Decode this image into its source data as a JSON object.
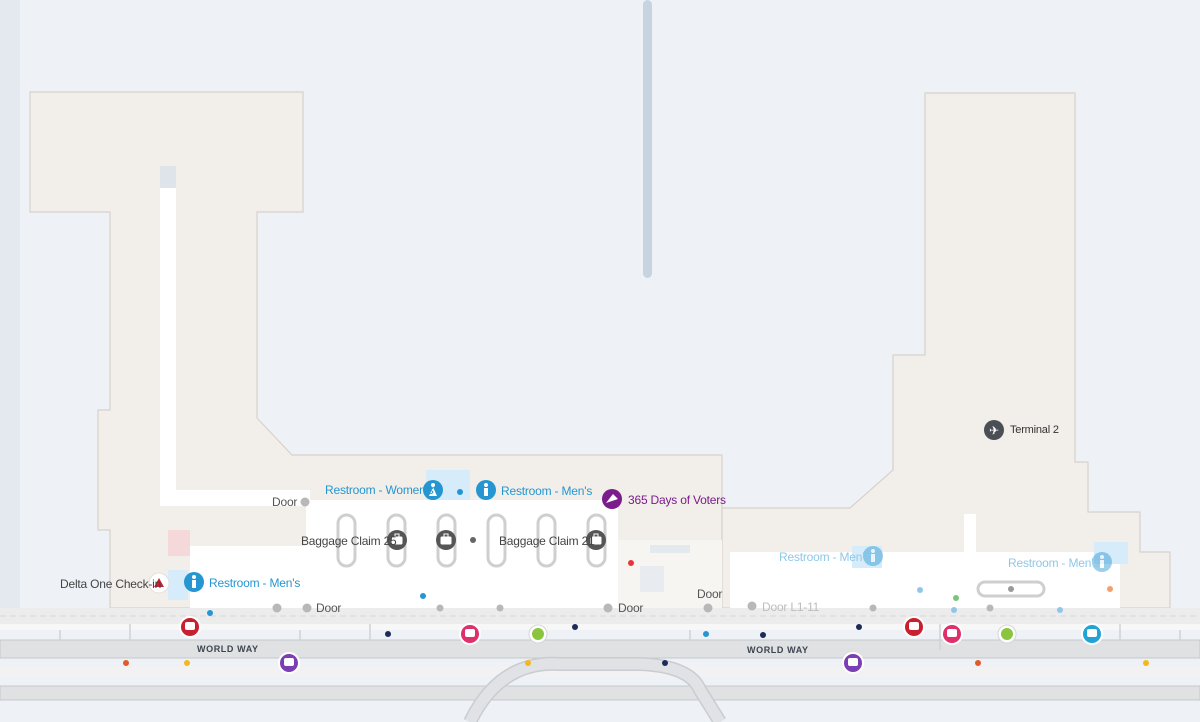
{
  "map": {
    "terminal_label": "Terminal 2",
    "street_name": "WORLD WAY",
    "labels": {
      "door": "Door",
      "door_l1": "Door L1-11",
      "baggage_claim_25": "Baggage Claim 25",
      "baggage_claim_21": "Baggage Claim 21",
      "restroom_womens": "Restroom - Women's",
      "restroom_mens": "Restroom - Men's",
      "voters": "365 Days of Voters",
      "delta_one": "Delta One Check-in"
    },
    "colors": {
      "building": "#f2eee9",
      "claim_area": "#ffffff",
      "background": "#eef2f7",
      "road": "#dfe1e3",
      "restroom": "#2596d1",
      "bus_red": "#c8202e",
      "bus_pink": "#e0306c",
      "bus_purple": "#7b3fb4",
      "bus_cyan": "#20a4d6",
      "voters": "#7a1c8c",
      "delta": "#c8202e"
    },
    "icons": [
      "bus-icon",
      "shuttle-icon",
      "restroom-men-icon",
      "restroom-women-icon",
      "baggage-icon",
      "airport-icon",
      "art-icon",
      "delta-icon",
      "green-transit-icon"
    ]
  }
}
